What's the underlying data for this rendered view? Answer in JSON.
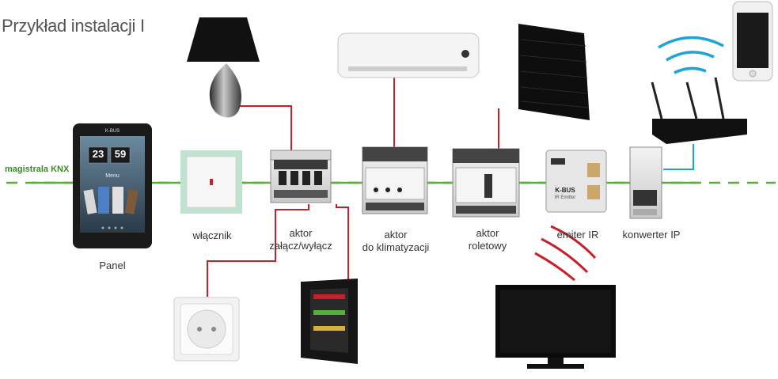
{
  "title": "Przykład instalacji I",
  "bus_label": "magistrala KNX",
  "colors": {
    "bus": "#5aad3c",
    "wire": "#c8202a",
    "wifi": "#1fa3d4",
    "ir": "#c8202a"
  },
  "devices": {
    "panel": {
      "label": "Panel",
      "brand": "K-BUS",
      "time_hours": "23",
      "time_minutes": "59",
      "screen_caption": "Menu"
    },
    "switch": {
      "label": "włącznik"
    },
    "switching_actuator": {
      "label_line1": "aktor",
      "label_line2": "załącz/wyłącz"
    },
    "climate_actuator": {
      "label_line1": "aktor",
      "label_line2": "do klimatyzacji"
    },
    "blind_actuator": {
      "label_line1": "aktor",
      "label_line2": "roletowy"
    },
    "ir_emitter": {
      "label": "emiter IR",
      "brand": "K-BUS",
      "device_text": "IR Emitter"
    },
    "ip_converter": {
      "label": "konwerter IP"
    }
  },
  "loads": [
    "lamp-icon",
    "air-conditioner-icon",
    "roller-shutter-icon",
    "socket-icon",
    "minibar-fridge-icon",
    "television-icon",
    "router-icon",
    "smartphone-icon"
  ]
}
